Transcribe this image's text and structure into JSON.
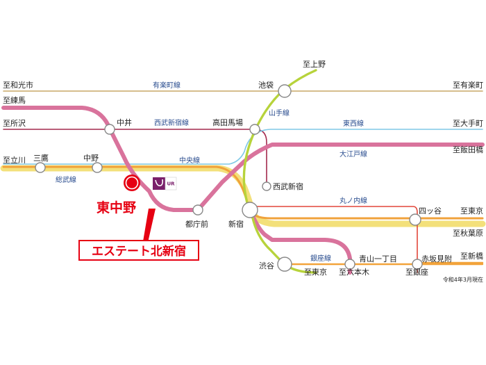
{
  "colors": {
    "yurakucho": "#c8a766",
    "seibu": "#a3294d",
    "yamanote": "#b7d33b",
    "tozai": "#7fc9e6",
    "oedo": "#d9739c",
    "chuo": "#f0a23b",
    "sobu": "#f3e07a",
    "marunouchi": "#e2473a",
    "ginza": "#f2a33a",
    "brand_red": "#e60012",
    "ur_logo": "#7a1f6b"
  },
  "lines": {
    "yurakucho": "有楽町線",
    "seibu_shinjuku": "西武新宿線",
    "yamanote": "山手線",
    "tozai": "東西線",
    "oedo": "大江戸線",
    "chuo": "中央線",
    "sobu": "総武線",
    "marunouchi": "丸ノ内線",
    "ginza": "銀座線"
  },
  "stations": {
    "ikebukuro": "池袋",
    "nakai": "中井",
    "takadanobaba": "高田馬場",
    "mitaka": "三鷹",
    "nakano": "中野",
    "seibu_shinjuku": "西武新宿",
    "tochomae": "都庁前",
    "shinjuku": "新宿",
    "yotsuya": "四ッ谷",
    "shibuya": "渋谷",
    "aoyama_itchome": "青山一丁目",
    "akasaka_mitsuke": "赤坂見附",
    "higashi_nakano": "東中野"
  },
  "destinations": {
    "wakoshi": "至和光市",
    "nerima": "至練馬",
    "tokorozawa": "至所沢",
    "tachikawa": "至立川",
    "ueno": "至上野",
    "yurakucho": "至有楽町",
    "otemachi": "至大手町",
    "iidabashi": "至飯田橋",
    "tokyo_right": "至東京",
    "akihabara": "至秋葉原",
    "tokyo_bottom": "至東京",
    "roppongi": "至六本木",
    "ginza": "至銀座",
    "shinbashi": "至新橋"
  },
  "property": {
    "name": "エステート北新宿",
    "logo_text": "UR"
  },
  "note": "令和4年3月現在"
}
